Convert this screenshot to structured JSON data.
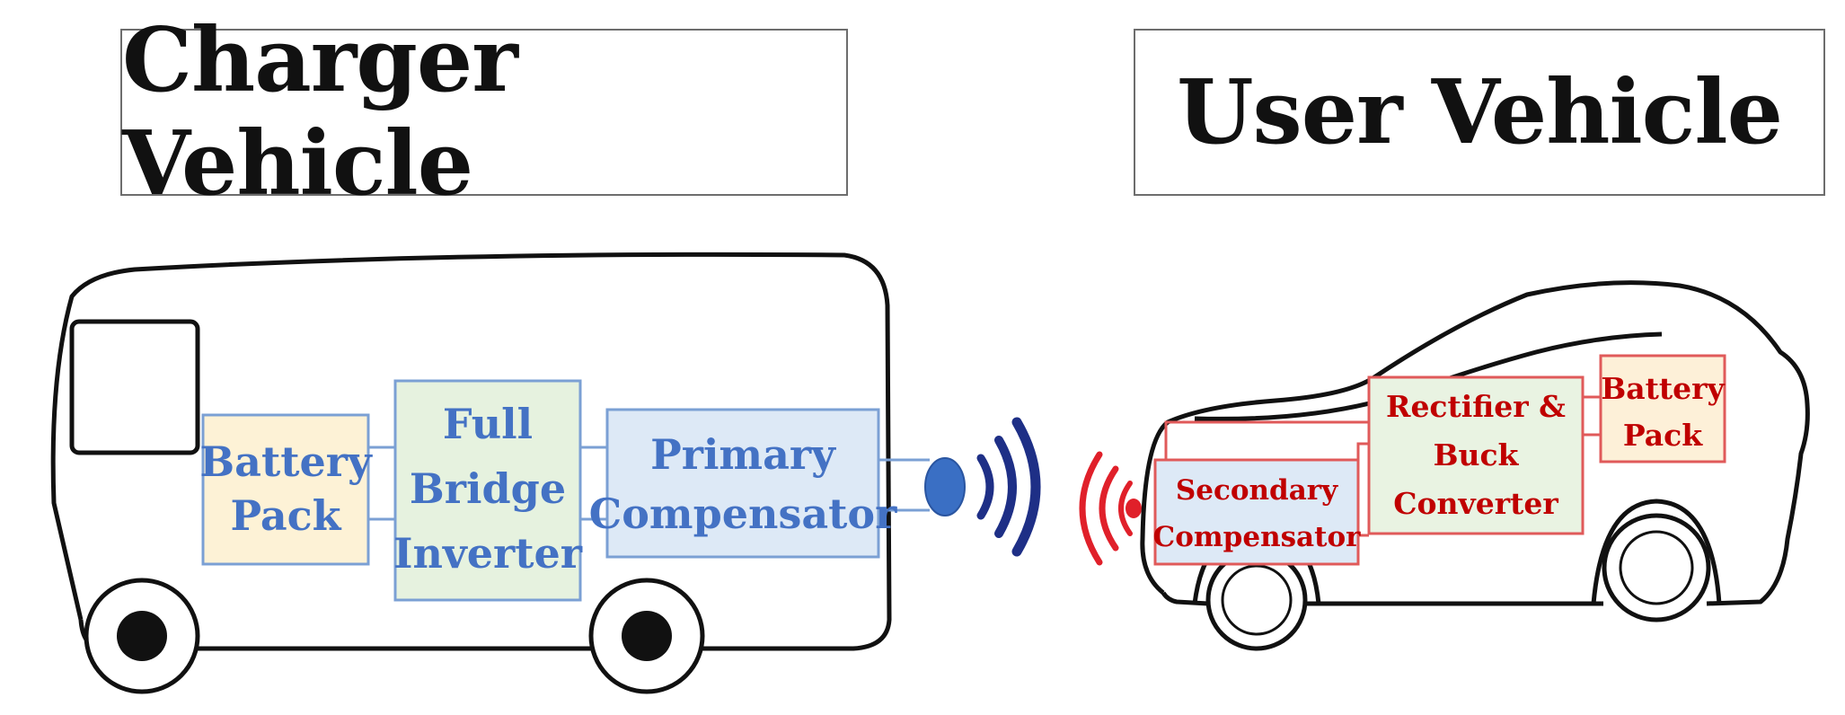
{
  "titles": {
    "charger": "Charger Vehicle",
    "user": "User Vehicle"
  },
  "charger_blocks": {
    "battery": [
      "Battery",
      "Pack"
    ],
    "inverter": [
      "Full",
      "Bridge",
      "Inverter"
    ],
    "compensator": [
      "Primary",
      "Compensator"
    ]
  },
  "user_blocks": {
    "compensator": [
      "Secondary",
      "Compensator"
    ],
    "rectifier": [
      "Rectifier &",
      "Buck",
      "Converter"
    ],
    "battery": [
      "Battery",
      "Pack"
    ]
  },
  "colors": {
    "charger_text": "#4472c4",
    "battery_fill": "#fdf2d6",
    "inverter_fill": "#e6f2df",
    "primary_fill": "#dde9f6",
    "block_border": "#7ba0d4",
    "user_text": "#c00000",
    "user_border": "#e05a5a",
    "rect_fill": "#e9f3e2",
    "user_batt_fill": "#fdf0d8",
    "coil_blue": "#1e2f86",
    "coil_red": "#e0202a"
  }
}
